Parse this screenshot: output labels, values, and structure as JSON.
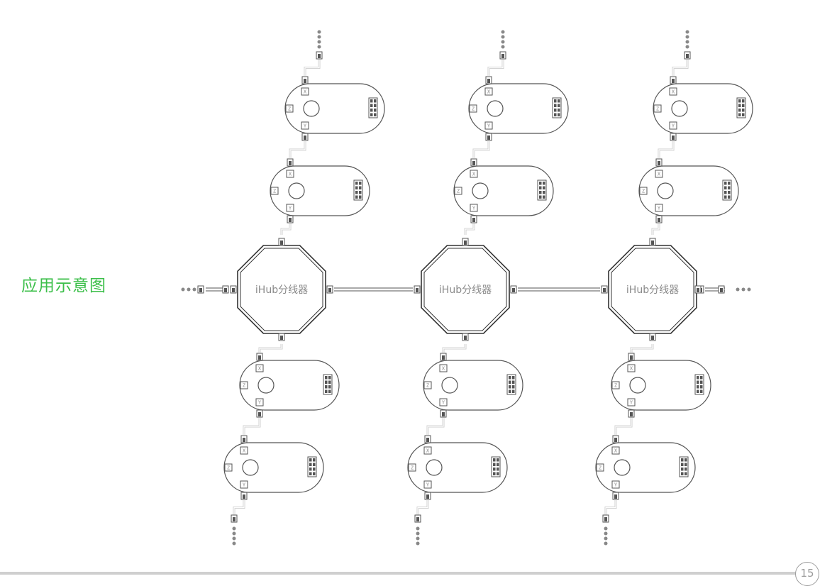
{
  "heading": "应用示意图",
  "hub_label": "iHub分线器",
  "page_number": "15",
  "port_letters": {
    "x": "X",
    "y": "Y",
    "z": "Z"
  },
  "colors": {
    "heading": "#3cbf4a",
    "line": "#555555",
    "faint": "#cfcfcf",
    "dots": "#888888"
  },
  "hubs": [
    {
      "name": "hub-1",
      "modules_above": 2,
      "modules_below": 2
    },
    {
      "name": "hub-2",
      "modules_above": 2,
      "modules_below": 2
    },
    {
      "name": "hub-3",
      "modules_above": 2,
      "modules_below": 2
    }
  ],
  "chain_continues": {
    "left": true,
    "right": true,
    "top": true,
    "bottom": true
  }
}
